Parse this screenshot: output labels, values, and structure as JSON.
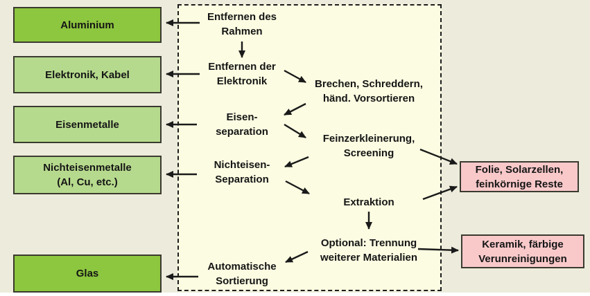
{
  "colors": {
    "canvas_bg": "#edecdc",
    "process_bg": "#fcfce2",
    "bright_green": "#8dc63f",
    "light_green": "#b6da8d",
    "pink": "#f9c9ca",
    "box_border": "#3a3a30",
    "arrow": "#1a1a1a",
    "text": "#151515"
  },
  "left_outputs": [
    {
      "line1": "Aluminium"
    },
    {
      "line1": "Elektronik, Kabel"
    },
    {
      "line1": "Eisenmetalle"
    },
    {
      "line1": "Nichteisenmetalle",
      "line2": "(Al, Cu, etc.)"
    },
    {
      "line1": "Glas"
    }
  ],
  "process_steps": [
    {
      "line1": "Entfernen des",
      "line2": "Rahmen"
    },
    {
      "line1": "Entfernen der",
      "line2": "Elektronik"
    },
    {
      "line1": "Eisen-",
      "line2": "separation"
    },
    {
      "line1": "Nichteisen-",
      "line2": "Separation"
    },
    {
      "line1": "Automatische",
      "line2": "Sortierung"
    },
    {
      "line1": "Brechen, Schreddern,",
      "line2": "händ. Vorsortieren"
    },
    {
      "line1": "Feinzerkleinerung,",
      "line2": "Screening"
    },
    {
      "line1": "Extraktion"
    },
    {
      "line1": "Optional: Trennung",
      "line2": "weiterer Materialien"
    }
  ],
  "right_outputs": [
    {
      "line1": "Folie, Solarzellen,",
      "line2": "feinkörnige Reste"
    },
    {
      "line1": "Keramik, färbige",
      "line2": "Verunreinigungen"
    }
  ]
}
